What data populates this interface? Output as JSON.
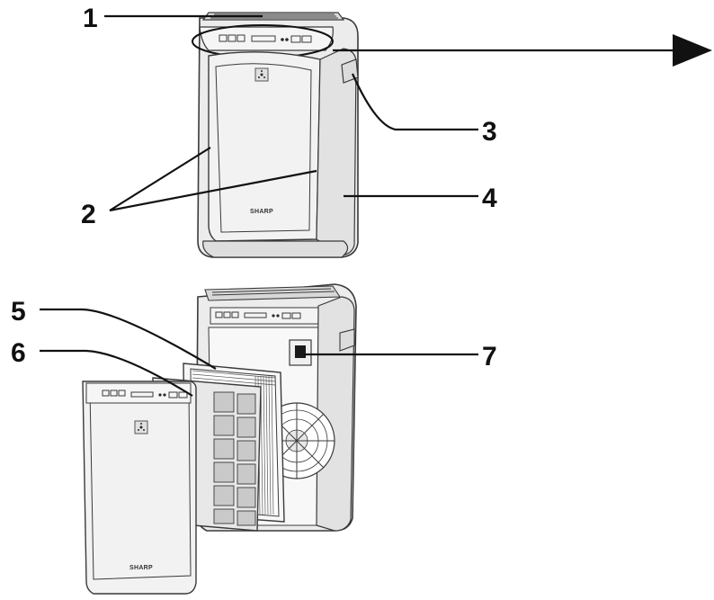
{
  "diagram": {
    "callouts": [
      {
        "id": "1",
        "label": "1"
      },
      {
        "id": "2",
        "label": "2"
      },
      {
        "id": "3",
        "label": "3"
      },
      {
        "id": "4",
        "label": "4"
      },
      {
        "id": "5",
        "label": "5"
      },
      {
        "id": "6",
        "label": "6"
      },
      {
        "id": "7",
        "label": "7"
      }
    ],
    "brand_top": "SHARP",
    "brand_panel": "SHARP"
  }
}
